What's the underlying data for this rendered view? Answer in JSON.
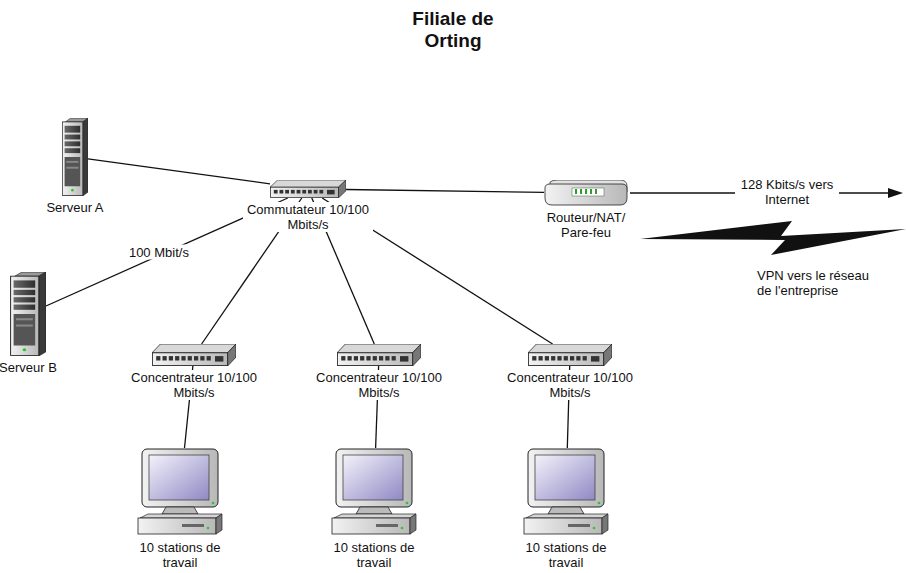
{
  "diagram": {
    "title": "Filiale de Orting",
    "nodes": [
      {
        "text": [
          "Serveur A"
        ]
      },
      {
        "text": [
          "Serveur B"
        ]
      },
      {
        "text": [
          "Commutateur 10/100 Mbits/s"
        ]
      },
      {
        "text": [
          "Routeur/NAT/ Pare-feu"
        ]
      },
      {
        "text": [
          "Concentrateur 10/100 Mbits/s"
        ]
      },
      {
        "text": [
          "Concentrateur 10/100 Mbits/s"
        ]
      },
      {
        "text": [
          "Concentrateur 10/100 Mbits/s"
        ]
      },
      {
        "text": [
          "10 stations de travail"
        ]
      },
      {
        "text": [
          "10 stations de travail"
        ]
      },
      {
        "text": [
          "10 stations de travail"
        ]
      }
    ],
    "edges": [
      {
        "from": 0,
        "to": 2,
        "arrow": "none"
      },
      {
        "from": 1,
        "to": 2,
        "label": "100 Mbit/s",
        "arrow": "none"
      },
      {
        "from": 2,
        "to": 3,
        "arrow": "none"
      },
      {
        "from": 2,
        "to": 4,
        "arrow": "none"
      },
      {
        "from": 2,
        "to": 5,
        "arrow": "none"
      },
      {
        "from": 2,
        "to": 6,
        "arrow": "none"
      },
      {
        "from": 4,
        "to": 7,
        "arrow": "none"
      },
      {
        "from": 5,
        "to": 8,
        "arrow": "none"
      },
      {
        "from": 6,
        "to": 9,
        "arrow": "none"
      }
    ],
    "labels": [
      "128 Kbits/s vers Internet",
      "VPN vers le réseau de l'entreprise"
    ]
  }
}
